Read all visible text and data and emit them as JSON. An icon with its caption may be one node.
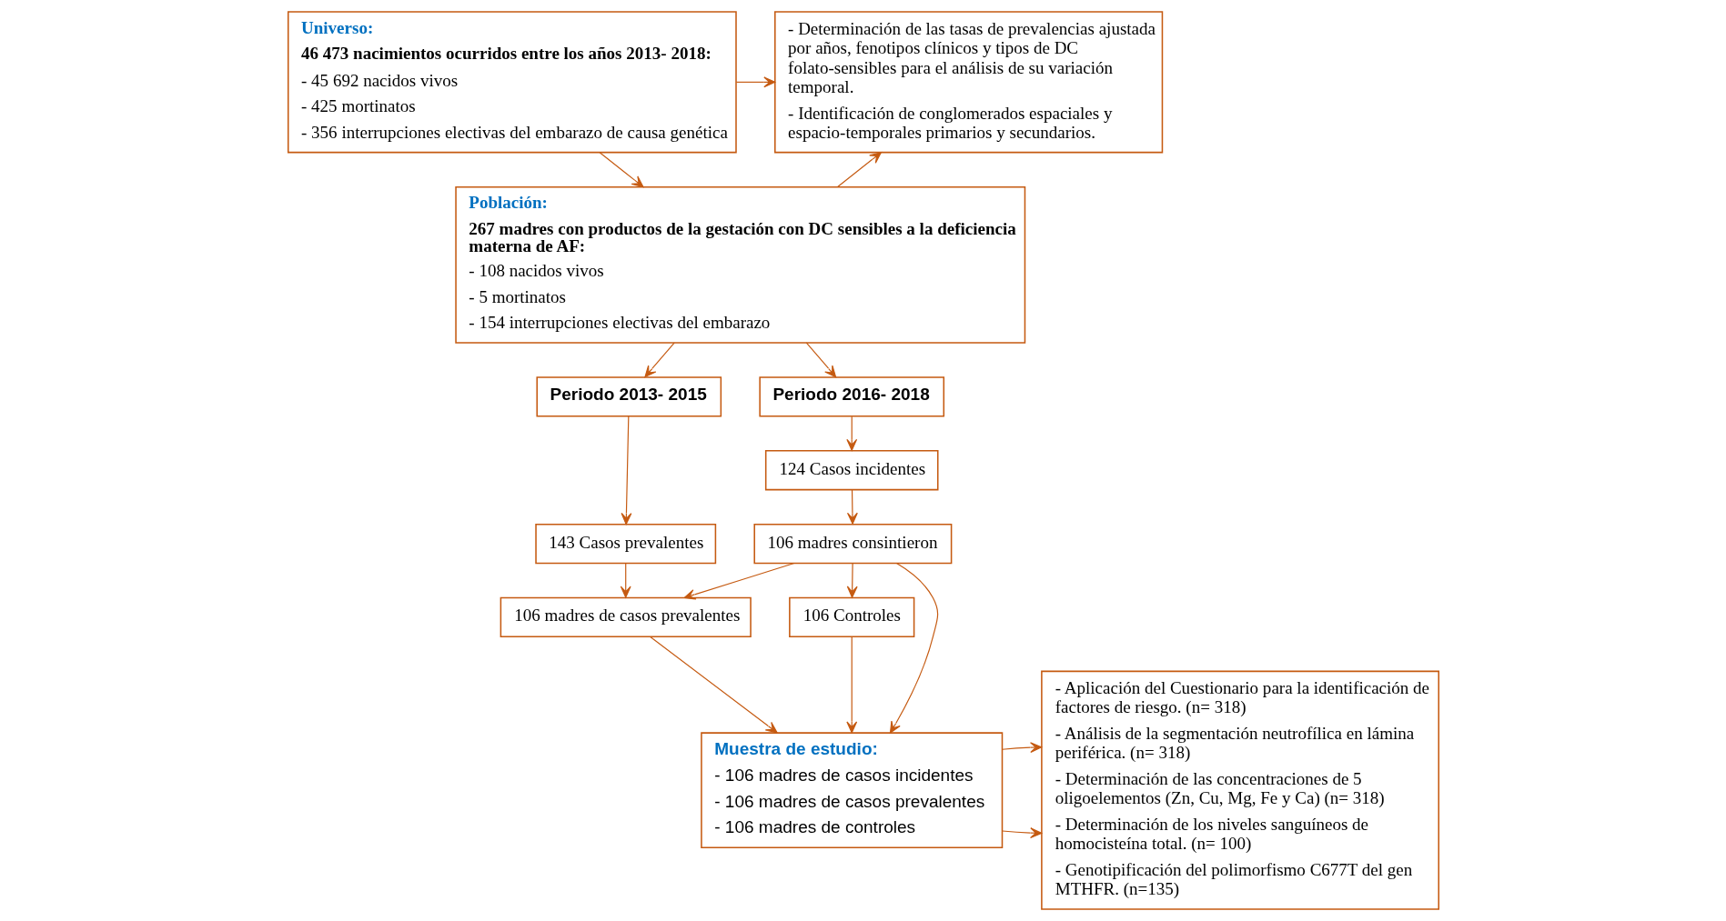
{
  "diagram": {
    "nodes": [
      {
        "text": [
          "Universo:",
          "46 473 nacimientos ocurridos entre los años 2013- 2018:",
          "- 45 692 nacidos vivos",
          "- 425 mortinatos",
          "- 356 interrupciones electivas del embarazo de causa genética"
        ]
      },
      {
        "text": [
          "- Determinación de las tasas de prevalencias ajustada por años, fenotipos clínicos y tipos de DC folato-sensibles para el análisis de su variación temporal.",
          "- Identificación de conglomerados espaciales y espacio-temporales primarios y secundarios."
        ]
      },
      {
        "text": [
          "Población:",
          "267 madres con productos de la gestación con DC sensibles a la deficiencia materna de AF:",
          "- 108 nacidos vivos",
          "- 5 mortinatos",
          "- 154 interrupciones electivas del embarazo"
        ]
      },
      {
        "text": [
          "Periodo 2013- 2015"
        ]
      },
      {
        "text": [
          "Periodo 2016- 2018"
        ]
      },
      {
        "text": [
          "143 Casos prevalentes"
        ]
      },
      {
        "text": [
          "124 Casos incidentes"
        ]
      },
      {
        "text": [
          "106 madres de casos prevalentes"
        ]
      },
      {
        "text": [
          "106 madres consintieron"
        ]
      },
      {
        "text": [
          "106 Controles"
        ]
      },
      {
        "text": [
          "Muestra de estudio:",
          "- 106 madres de casos incidentes",
          "- 106 madres de casos prevalentes",
          "- 106 madres de controles"
        ]
      },
      {
        "text": [
          "- Aplicación del Cuestionario para la identificación de factores de riesgo. (n= 318)",
          "- Análisis de la segmentación neutrofílica en lámina periférica. (n= 318)",
          "- Determinación de las concentraciones de 5 oligoelementos (Zn, Cu, Mg, Fe y Ca) (n= 318)",
          "- Determinación de los niveles sanguíneos de homocisteína total. (n= 100)",
          "- Genotipificación del polimorfismo C677T del gen MTHFR. (n=135)"
        ]
      }
    ],
    "edges": [
      {
        "from": 0,
        "to": 1,
        "arrow": "to"
      },
      {
        "from": 0,
        "to": 2,
        "arrow": "to"
      },
      {
        "from": 2,
        "to": 1,
        "arrow": "to"
      },
      {
        "from": 2,
        "to": 3,
        "arrow": "to"
      },
      {
        "from": 2,
        "to": 4,
        "arrow": "to"
      },
      {
        "from": 3,
        "to": 5,
        "arrow": "to"
      },
      {
        "from": 4,
        "to": 6,
        "arrow": "to"
      },
      {
        "from": 5,
        "to": 7,
        "arrow": "to"
      },
      {
        "from": 6,
        "to": 8,
        "arrow": "to"
      },
      {
        "from": 8,
        "to": 7,
        "arrow": "to"
      },
      {
        "from": 8,
        "to": 9,
        "arrow": "to"
      },
      {
        "from": 7,
        "to": 10,
        "arrow": "to"
      },
      {
        "from": 8,
        "to": 10,
        "arrow": "to"
      },
      {
        "from": 9,
        "to": 10,
        "arrow": "to"
      },
      {
        "from": 10,
        "to": 11,
        "arrow": "to"
      },
      {
        "from": 10,
        "to": 11,
        "arrow": "to"
      }
    ]
  }
}
